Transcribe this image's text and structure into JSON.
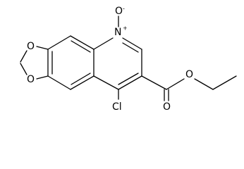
{
  "molecule": {
    "labels": {
      "n_oxide_oxygen": "O",
      "n_oxide_oxygen_charge": "-",
      "nitrogen": "N",
      "nitrogen_charge": "+",
      "dioxole_oxygen_top": "O",
      "dioxole_oxygen_bottom": "O",
      "chlorine": "Cl",
      "carbonyl_oxygen": "O",
      "ester_oxygen": "O"
    }
  }
}
